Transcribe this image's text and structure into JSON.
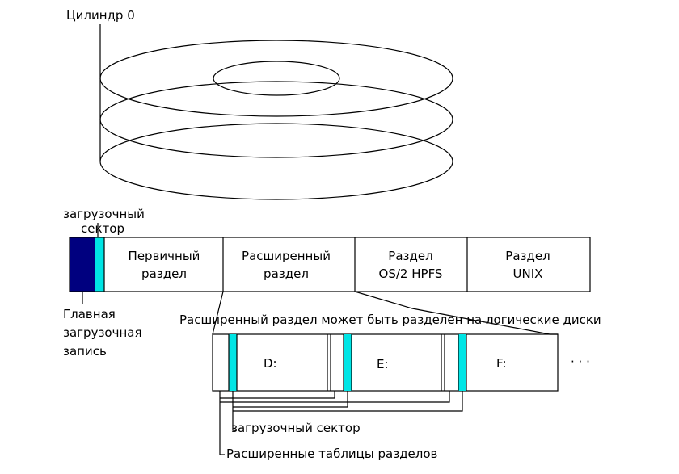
{
  "labels": {
    "cylinder": "Цилиндр 0",
    "boot_sector_top_1": "загрузочный",
    "boot_sector_top_2": "сектор",
    "mbr_1": "Главная",
    "mbr_2": "загрузочная",
    "mbr_3": "запись",
    "extended_note": "Расширенный раздел может быть разделен на логические диски",
    "boot_sector_bottom": "загрузочный сектор",
    "ext_tables": "Расширенные таблицы разделов",
    "ellipsis": "· · ·"
  },
  "partitions": [
    {
      "line1": "Первичный",
      "line2": "раздел"
    },
    {
      "line1": "Расширенный",
      "line2": "раздел"
    },
    {
      "line1": "Раздел",
      "line2": "OS/2 HPFS"
    },
    {
      "line1": "Раздел",
      "line2": "UNIX"
    }
  ],
  "logical_disks": [
    "D:",
    "E:",
    "F:"
  ],
  "colors": {
    "mbr": "#00007f",
    "boot_sector": "#00e5e5",
    "line": "#000000",
    "background": "#ffffff"
  }
}
